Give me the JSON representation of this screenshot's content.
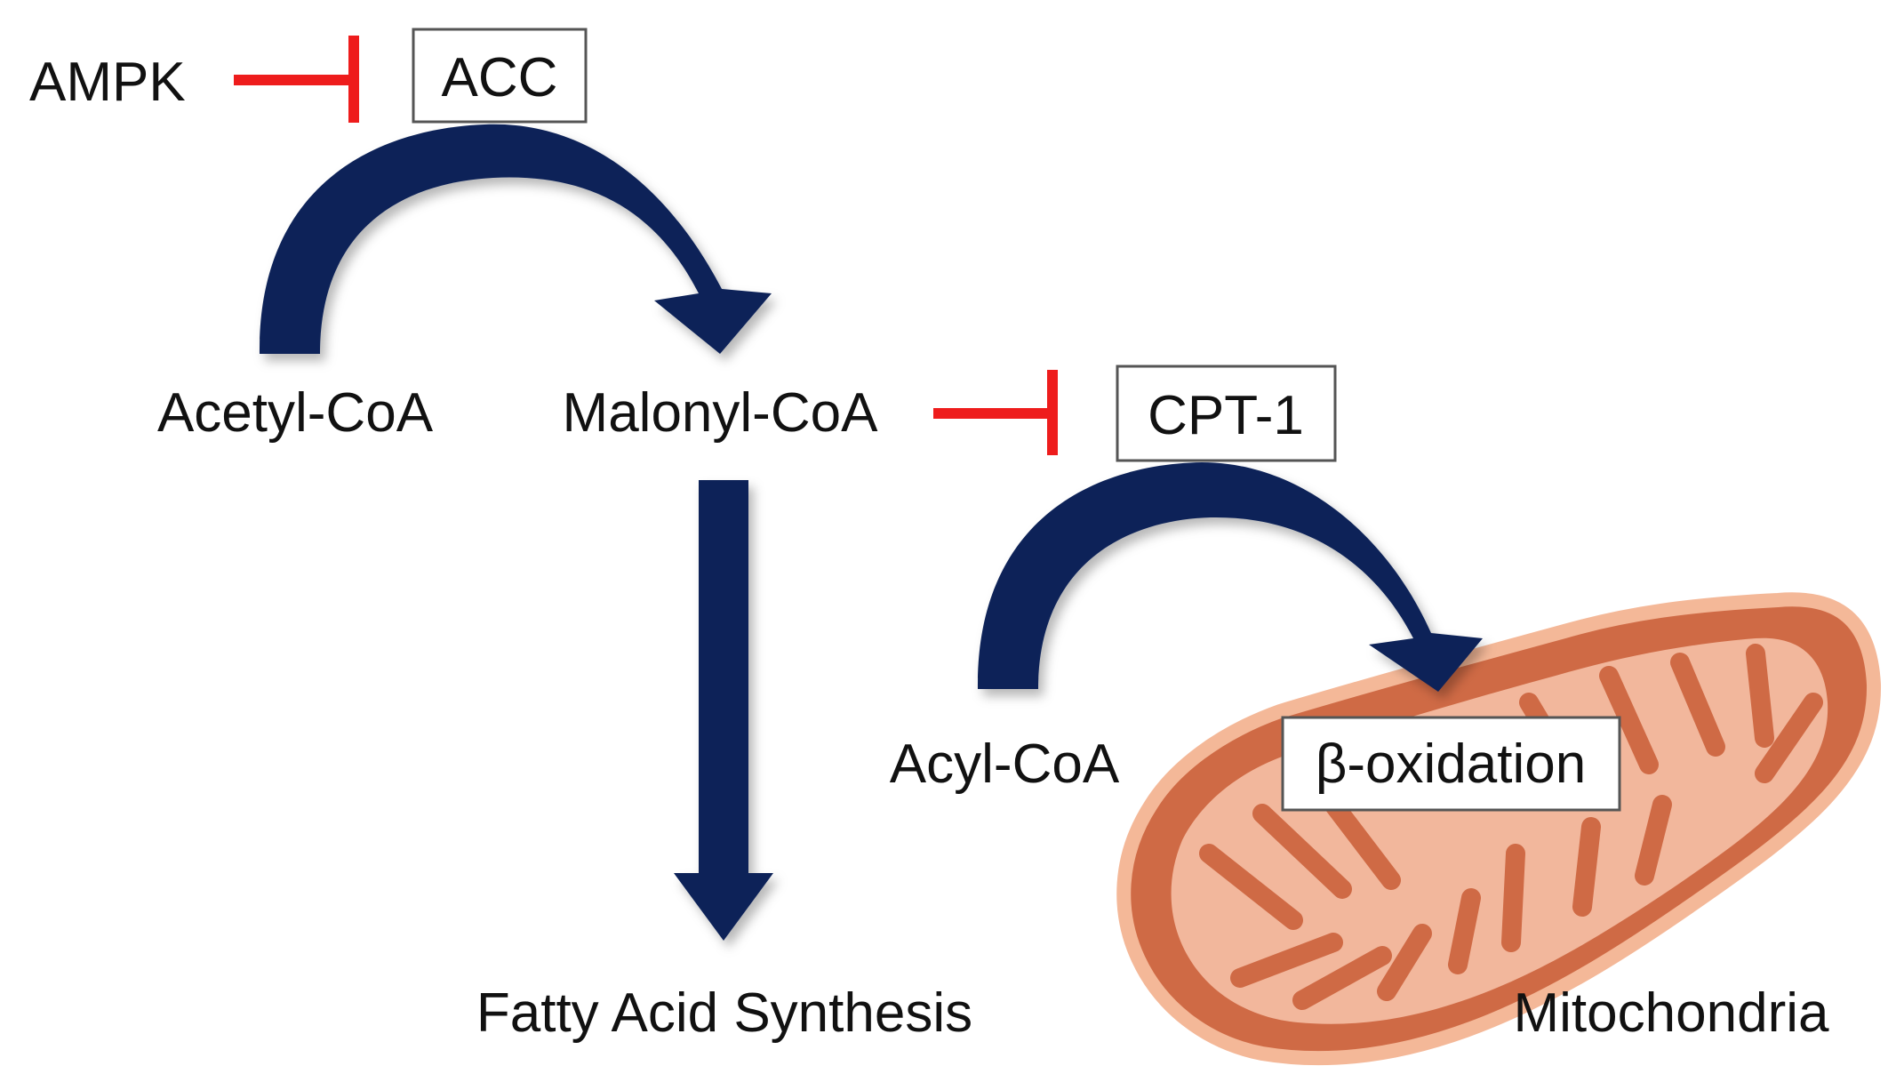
{
  "labels": {
    "ampk": "AMPK",
    "acc": "ACC",
    "acetyl_coa": "Acetyl-CoA",
    "malonyl_coa": "Malonyl-CoA",
    "cpt1": "CPT-1",
    "acyl_coa": "Acyl-CoA",
    "beta_oxidation": "β-oxidation",
    "fatty_acid_synthesis": "Fatty Acid Synthesis",
    "mitochondria": "Mitochondria"
  },
  "colors": {
    "arrow_navy": "#0d2458",
    "inhibitor_red": "#ee1c1c",
    "mito_outer": "#cf6a45",
    "mito_rim": "#f4b898",
    "mito_inner": "#f2b79c",
    "box_border": "#555555"
  },
  "edges": [
    {
      "from": "AMPK",
      "to": "ACC",
      "type": "inhibits"
    },
    {
      "from": "Acetyl-CoA",
      "to": "Malonyl-CoA",
      "type": "conversion",
      "enzyme": "ACC"
    },
    {
      "from": "Malonyl-CoA",
      "to": "CPT-1",
      "type": "inhibits"
    },
    {
      "from": "Malonyl-CoA",
      "to": "Fatty Acid Synthesis",
      "type": "leads_to"
    },
    {
      "from": "Acyl-CoA",
      "to": "β-oxidation",
      "type": "transport",
      "enzyme": "CPT-1"
    }
  ]
}
